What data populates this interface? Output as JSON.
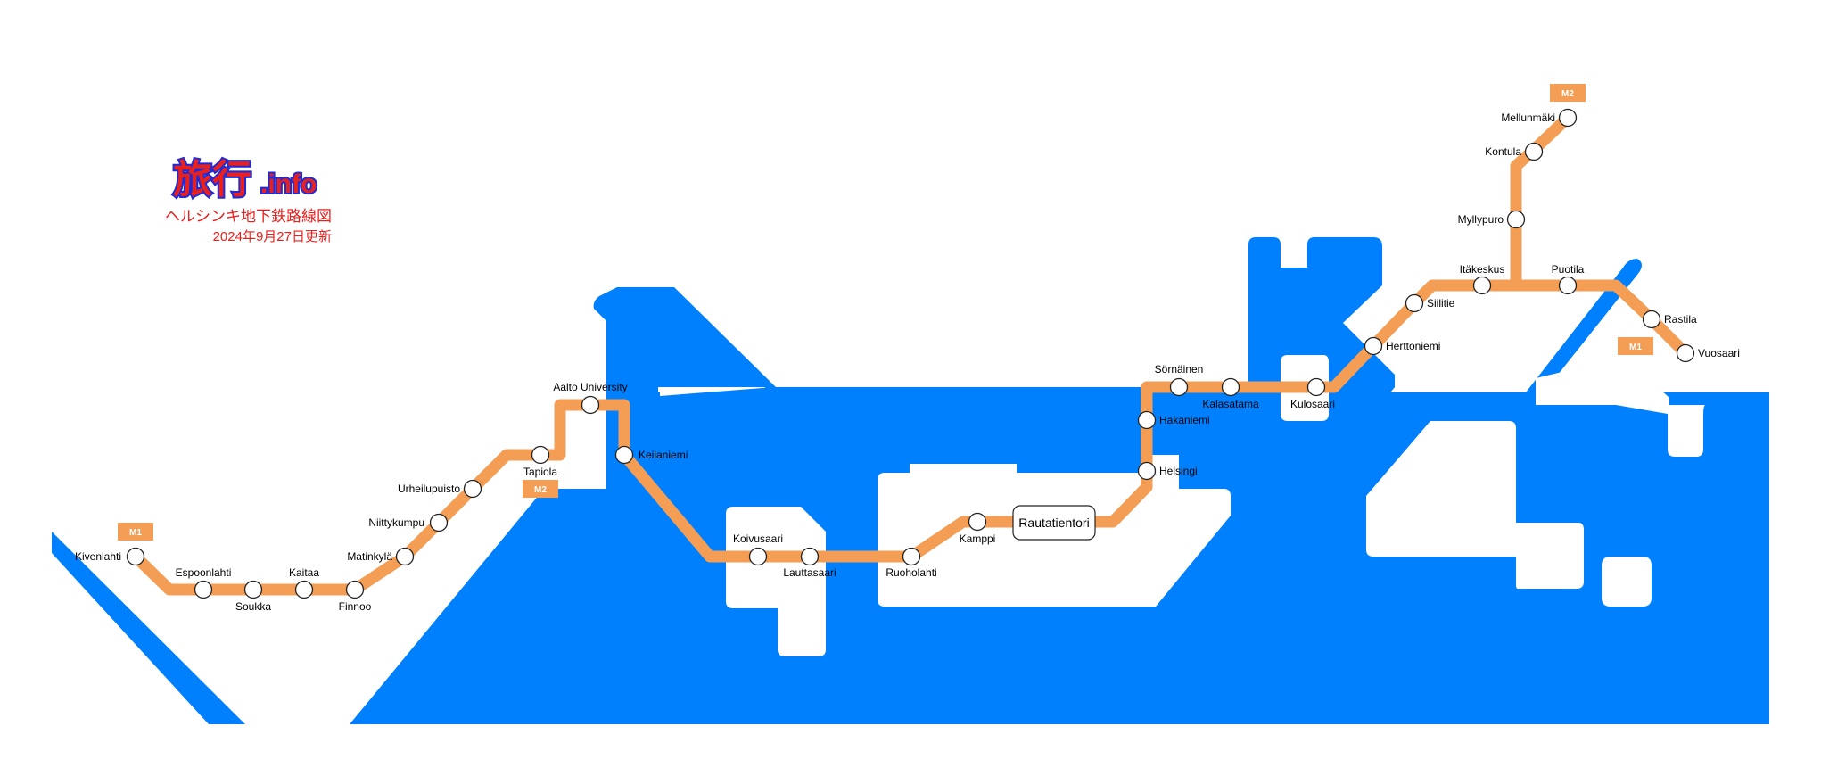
{
  "colors": {
    "water": "#0180fe",
    "line": "#f49d55",
    "station_fill": "#ffffff",
    "station_stroke": "#222222",
    "logo_red": "#e8201e",
    "logo_blue": "#1e2bd6",
    "terminal_box": "#f49d55"
  },
  "logo": {
    "main": "旅行",
    "suffix": ".info",
    "subtitle": "ヘルシンキ地下鉄路線図",
    "updated": "2024年9月27日更新"
  },
  "terminals": {
    "kivenlahti": "M1",
    "tapiola": "M2",
    "mellunmaki": "M2",
    "vuosaari": "M1"
  },
  "hub": {
    "label": "Rautatientori"
  },
  "stations": {
    "kivenlahti": "Kivenlahti",
    "espoonlahti": "Espoonlahti",
    "soukka": "Soukka",
    "kaitaa": "Kaitaa",
    "finnoo": "Finnoo",
    "matinkyla": "Matinkylä",
    "niittykumpu": "Niittykumpu",
    "urheilupuisto": "Urheilupuisto",
    "tapiola": "Tapiola",
    "aalto": "Aalto University",
    "keilaniemi": "Keilaniemi",
    "koivusaari": "Koivusaari",
    "lauttasaari": "Lauttasaari",
    "ruoholahti": "Ruoholahti",
    "kamppi": "Kamppi",
    "helsinki": "Helsingi",
    "hakaniemi": "Hakaniemi",
    "sornainen": "Sörnäinen",
    "kalasatama": "Kalasatama",
    "kulosaari": "Kulosaari",
    "herttoniemi": "Herttoniemi",
    "siilitie": "Siilitie",
    "itakeskus": "Itäkeskus",
    "myllypuro": "Myllypuro",
    "kontula": "Kontula",
    "mellunmaki": "Mellunmäki",
    "puotila": "Puotila",
    "rastila": "Rastila",
    "vuosaari": "Vuosaari"
  }
}
